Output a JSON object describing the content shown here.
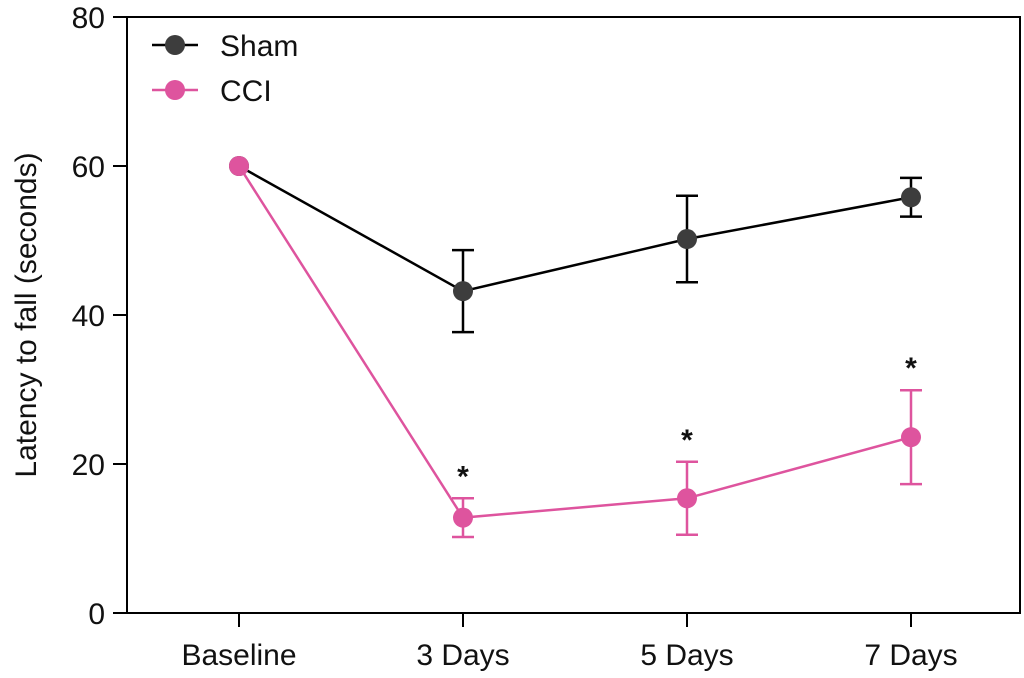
{
  "chart_data": {
    "type": "line",
    "ylabel": "Latency to fall (seconds)",
    "xlabel": "",
    "categories": [
      "Baseline",
      "3 Days",
      "5 Days",
      "7 Days"
    ],
    "ylim": [
      0,
      80
    ],
    "yticks": [
      "0",
      "20",
      "40",
      "60",
      "80"
    ],
    "grid": false,
    "legend_position": "top-left",
    "series": [
      {
        "name": "Sham",
        "color": "#3d3d3d",
        "line_color": "#000000",
        "values": [
          60,
          43.2,
          50.2,
          55.8
        ],
        "error": [
          null,
          5.5,
          5.8,
          2.6
        ]
      },
      {
        "name": "CCI",
        "color": "#de549e",
        "line_color": "#de549e",
        "values": [
          60,
          12.8,
          15.4,
          23.6
        ],
        "error": [
          null,
          2.6,
          4.9,
          6.3
        ]
      }
    ],
    "annotations": [
      {
        "category": "3 Days",
        "text": "*"
      },
      {
        "category": "5 Days",
        "text": "*"
      },
      {
        "category": "7 Days",
        "text": "*"
      }
    ]
  }
}
